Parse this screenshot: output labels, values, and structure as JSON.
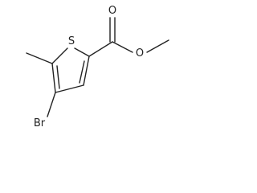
{
  "molecule": {
    "atom_labels": {
      "sulfur": "S",
      "carbonyl_oxygen": "O",
      "ester_oxygen": "O",
      "bromine": "Br"
    },
    "line_color": "#222222",
    "background": "#ffffff"
  }
}
